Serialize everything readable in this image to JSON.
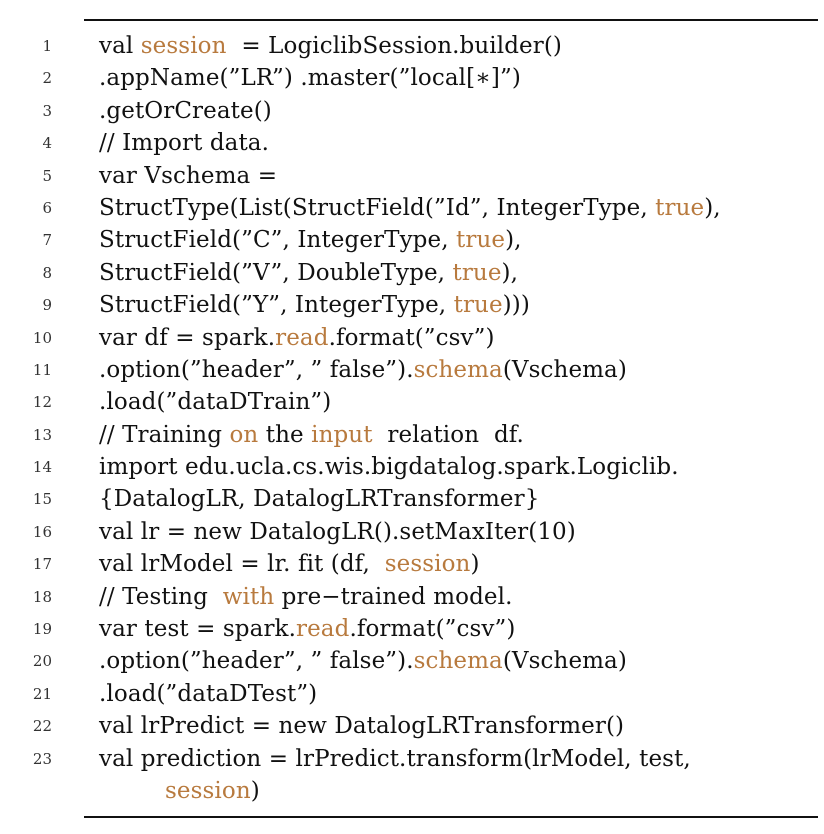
{
  "listing": {
    "accent_color": "#b87a3e",
    "lines": [
      {
        "n": "1",
        "segments": [
          {
            "t": "val "
          },
          {
            "t": "session",
            "kw": true
          },
          {
            "t": "  = LogiclibSession.builder()"
          }
        ]
      },
      {
        "n": "2",
        "segments": [
          {
            "t": ".appName(”LR”) .master(”local[∗]”)"
          }
        ]
      },
      {
        "n": "3",
        "segments": [
          {
            "t": ".getOrCreate()"
          }
        ]
      },
      {
        "n": "4",
        "segments": [
          {
            "t": "// Import data."
          }
        ]
      },
      {
        "n": "5",
        "segments": [
          {
            "t": "var Vschema ="
          }
        ]
      },
      {
        "n": "6",
        "segments": [
          {
            "t": "StructType(List(StructField(”Id”, IntegerType, "
          },
          {
            "t": "true",
            "kw": true
          },
          {
            "t": "),"
          }
        ]
      },
      {
        "n": "7",
        "segments": [
          {
            "t": "StructField(”C”, IntegerType, "
          },
          {
            "t": "true",
            "kw": true
          },
          {
            "t": "),"
          }
        ]
      },
      {
        "n": "8",
        "segments": [
          {
            "t": "StructField(”V”, DoubleType, "
          },
          {
            "t": "true",
            "kw": true
          },
          {
            "t": "),"
          }
        ]
      },
      {
        "n": "9",
        "segments": [
          {
            "t": "StructField(”Y”, IntegerType, "
          },
          {
            "t": "true",
            "kw": true
          },
          {
            "t": ")))"
          }
        ]
      },
      {
        "n": "10",
        "segments": [
          {
            "t": "var df = spark."
          },
          {
            "t": "read",
            "kw": true
          },
          {
            "t": ".format(”csv”)"
          }
        ]
      },
      {
        "n": "11",
        "segments": [
          {
            "t": ".option(”header”, ” false”)."
          },
          {
            "t": "schema",
            "kw": true
          },
          {
            "t": "(Vschema)"
          }
        ]
      },
      {
        "n": "12",
        "segments": [
          {
            "t": ".load(”dataDTrain”)"
          }
        ]
      },
      {
        "n": "13",
        "segments": [
          {
            "t": "// Training "
          },
          {
            "t": "on",
            "kw": true
          },
          {
            "t": " the "
          },
          {
            "t": "input",
            "kw": true
          },
          {
            "t": "  relation  df."
          }
        ]
      },
      {
        "n": "14",
        "segments": [
          {
            "t": "import edu.ucla.cs.wis.bigdatalog.spark.Logiclib."
          }
        ]
      },
      {
        "n": "15",
        "segments": [
          {
            "t": "{DatalogLR, DatalogLRTransformer}"
          }
        ]
      },
      {
        "n": "16",
        "segments": [
          {
            "t": "val lr = new DatalogLR().setMaxIter(10)"
          }
        ]
      },
      {
        "n": "17",
        "segments": [
          {
            "t": "val lrModel = lr. fit (df,  "
          },
          {
            "t": "session",
            "kw": true
          },
          {
            "t": ")"
          }
        ]
      },
      {
        "n": "18",
        "segments": [
          {
            "t": "// Testing  "
          },
          {
            "t": "with",
            "kw": true
          },
          {
            "t": " pre−trained model."
          }
        ]
      },
      {
        "n": "19",
        "segments": [
          {
            "t": "var test = spark."
          },
          {
            "t": "read",
            "kw": true
          },
          {
            "t": ".format(”csv”)"
          }
        ]
      },
      {
        "n": "20",
        "segments": [
          {
            "t": ".option(”header”, ” false”)."
          },
          {
            "t": "schema",
            "kw": true
          },
          {
            "t": "(Vschema)"
          }
        ]
      },
      {
        "n": "21",
        "segments": [
          {
            "t": ".load(”dataDTest”)"
          }
        ]
      },
      {
        "n": "22",
        "segments": [
          {
            "t": "val lrPredict = new DatalogLRTransformer()"
          }
        ]
      },
      {
        "n": "23",
        "segments": [
          {
            "t": "val prediction = lrPredict.transform(lrModel, test,"
          }
        ]
      },
      {
        "n": "",
        "cont": true,
        "segments": [
          {
            "t": "session",
            "kw": true
          },
          {
            "t": ")"
          }
        ]
      }
    ]
  }
}
